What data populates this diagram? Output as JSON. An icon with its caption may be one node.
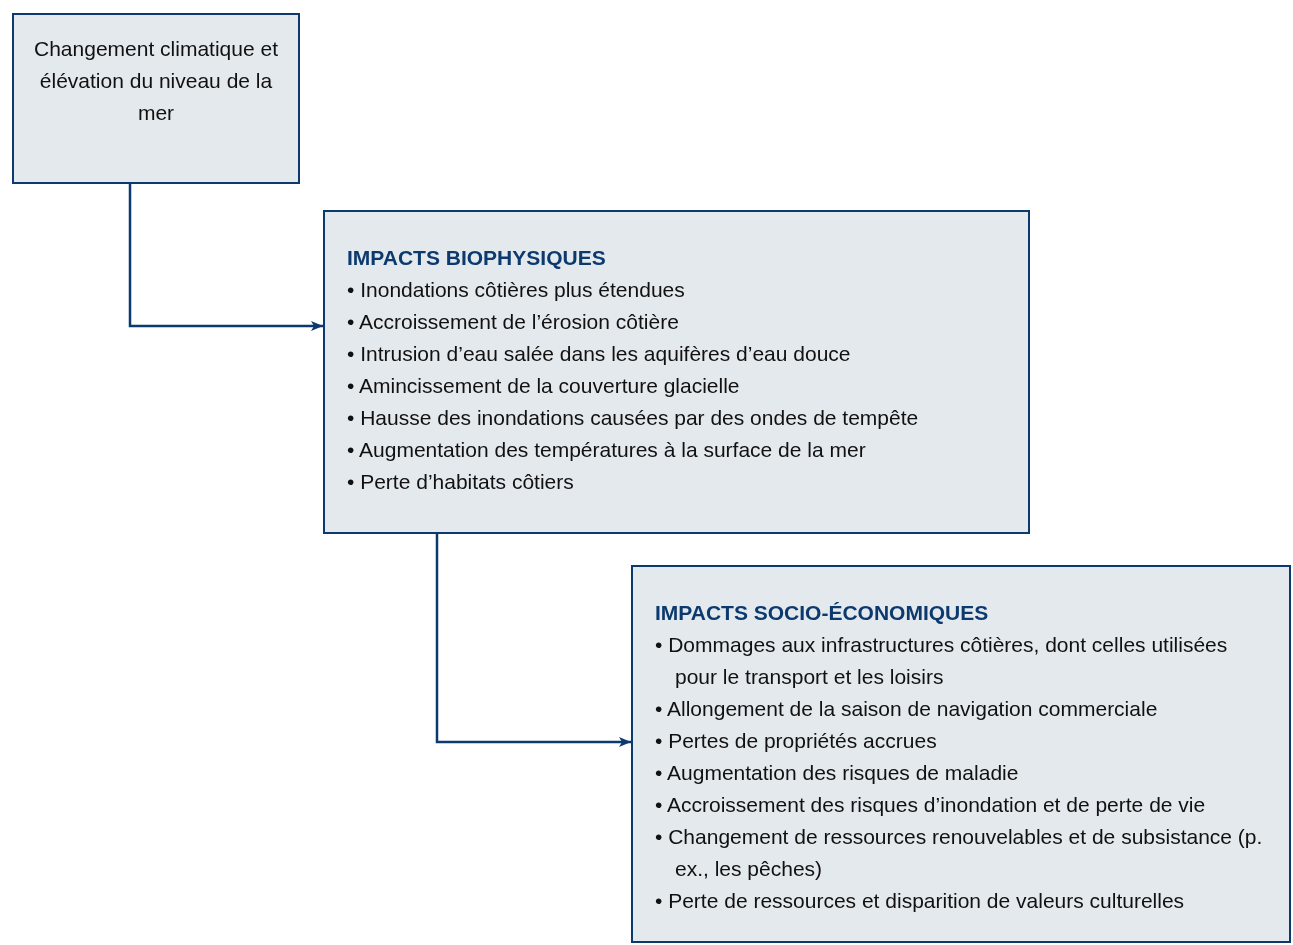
{
  "diagram": {
    "nodes": [
      {
        "text": [
          "Changement climatique et élévation du niveau de la mer"
        ]
      },
      {
        "text": [
          "IMPACTS BIOPHYSIQUES",
          "• Inondations côtières plus étendues",
          "• Accroissement de l’érosion côtière",
          "• Intrusion d’eau salée dans les aquifères d’eau douce",
          "• Amincissement de la couverture glacielle",
          "• Hausse des inondations causées par des ondes de tempête",
          "• Augmentation des températures à la surface de la mer",
          "• Perte d’habitats côtiers"
        ]
      },
      {
        "text": [
          "IMPACTS SOCIO-ÉCONOMIQUES",
          "• Dommages aux infrastructures côtières, dont celles utilisées pour le transport et les loisirs",
          "• Allongement de la saison de navigation commerciale",
          "• Pertes de propriétés accrues",
          "• Augmentation des risques de maladie",
          "• Accroissement des risques d’inondation et de perte de vie",
          "• Changement de ressources renouvelables et de subsistance (p. ex., les pêches)",
          "• Perte de ressources et disparition de valeurs culturelles"
        ]
      }
    ],
    "edges": [
      {
        "from": 0,
        "to": 1,
        "arrow": "to"
      },
      {
        "from": 1,
        "to": 2,
        "arrow": "to"
      }
    ]
  }
}
